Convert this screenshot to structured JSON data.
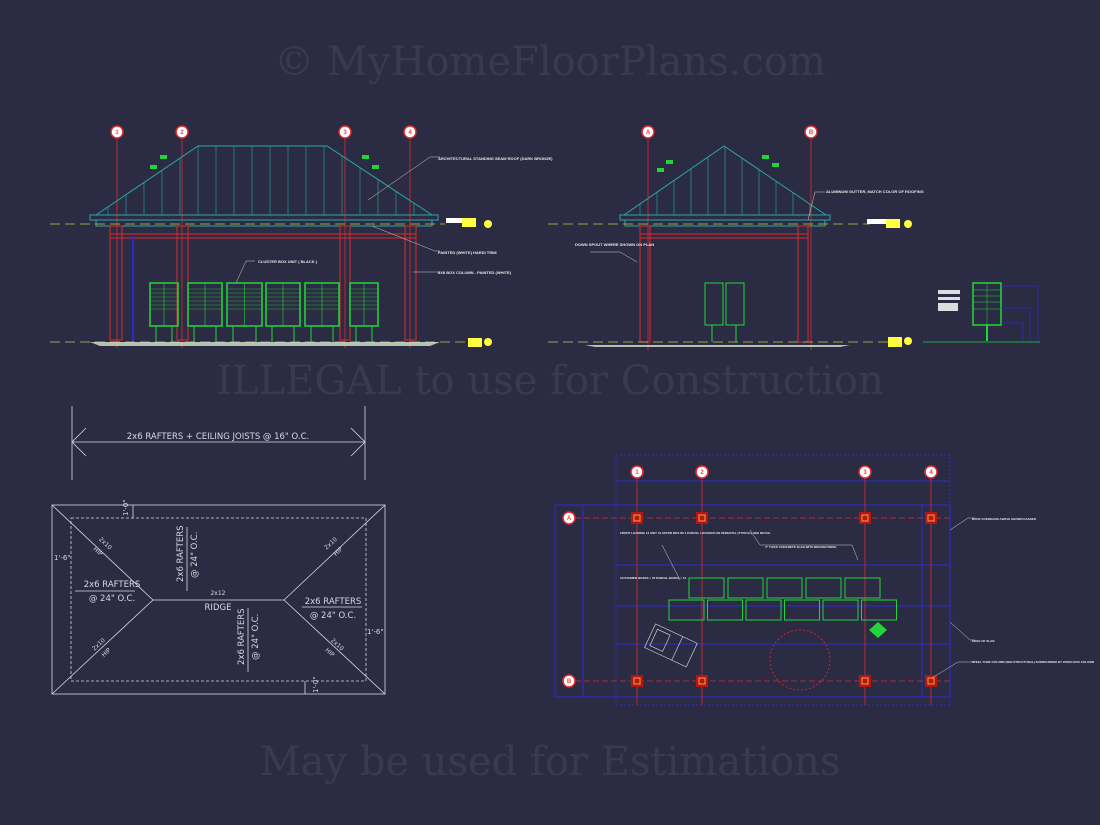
{
  "colors": {
    "background": "#2b2c43",
    "grid": "#e0282d",
    "roof": "#2aa6a8",
    "mailbox": "#22d63a",
    "foundation": "#2a2ad0",
    "linework": "#d8d8e0"
  },
  "front_elevation": {
    "grid_labels": [
      "1",
      "2",
      "3",
      "4"
    ],
    "notes": {
      "roof": "ARCHITECTURAL STANDING SEAM ROOF (DARK BRONZE)",
      "trim": "PAINTED (WHITE) HARDI TRIM",
      "column": "8X8 BOX COLUMN - PAINTED (WHITE)",
      "cluster": "CLUSTER BOX UNIT ( BLACK )"
    }
  },
  "side_elevation": {
    "grid_labels": [
      "A",
      "B"
    ],
    "notes": {
      "gutter": "ALUMINUM GUTTER, MATCH COLOR OF ROOFING",
      "downspout": "DOWN SPOUT WHERE SHOWN ON PLAN"
    }
  },
  "roof_plan": {
    "top_dimension": "2x6 RAFTERS + CEILING JOISTS @ 16\" O.C.",
    "ridge_size": "2x12",
    "ridge_label": "RIDGE",
    "hip_size": "2x10",
    "hip_label": "HIP",
    "rafters": "2x6 RAFTERS",
    "spacing": "@ 24\" O.C.",
    "overhang_side": "1'-6\"",
    "overhang_end": "1'-0\""
  },
  "foundation_plan": {
    "grid_columns": [
      "1",
      "2",
      "3",
      "4"
    ],
    "grid_rows": [
      "A",
      "B"
    ],
    "notes": {
      "slab": "4\" THICK CONCRETE SLAB WITH BROOM FINISH",
      "cluster": "FRONT LOADING 13 UNIT CLUSTER BOX W/ 1 PARCEL LOCKERS ON PEDESTAL (TYPICAL) SEE DETAIL",
      "counts": "CUSTOMER BOXES = 78 PARCEL BOXES = 12",
      "overhang": "ROOF OVERHANG ABOVE SHOWN DASHED",
      "edge": "EDGE OF SLAB",
      "column": "STEEL TUBE COLUMN (SEE STRUCTURAL) SURROUNDED BY WOOD BOX COLUMN"
    }
  },
  "watermark": {
    "line1": "© MyHomeFloorPlans.com",
    "line2": "ILLEGAL to use for Construction",
    "line3": "May be used for Estimations"
  }
}
